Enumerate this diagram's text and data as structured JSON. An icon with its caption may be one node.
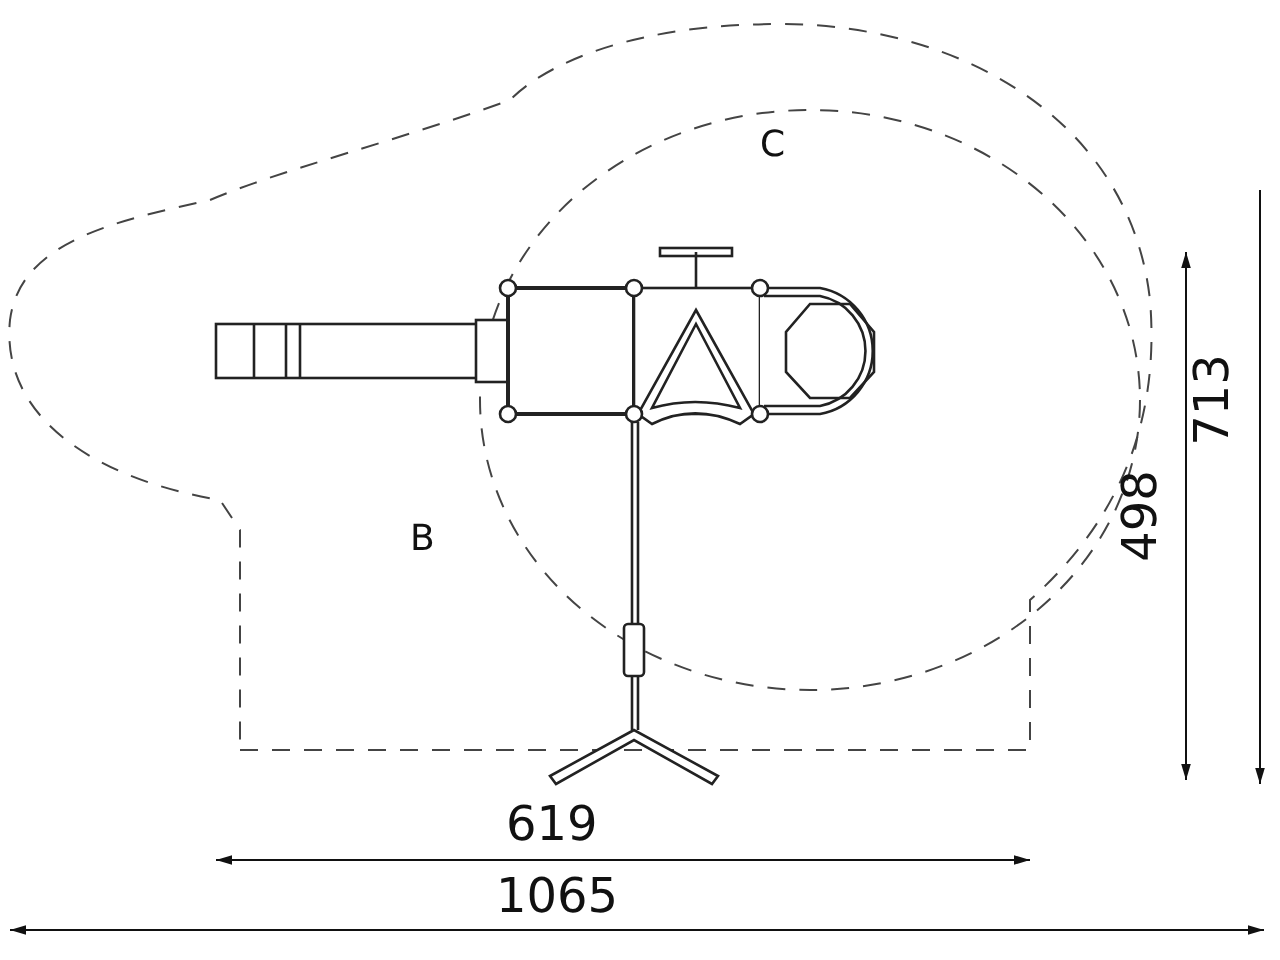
{
  "diagram": {
    "labels": [
      "C",
      "B",
      "619",
      "1065",
      "498",
      "713"
    ]
  }
}
